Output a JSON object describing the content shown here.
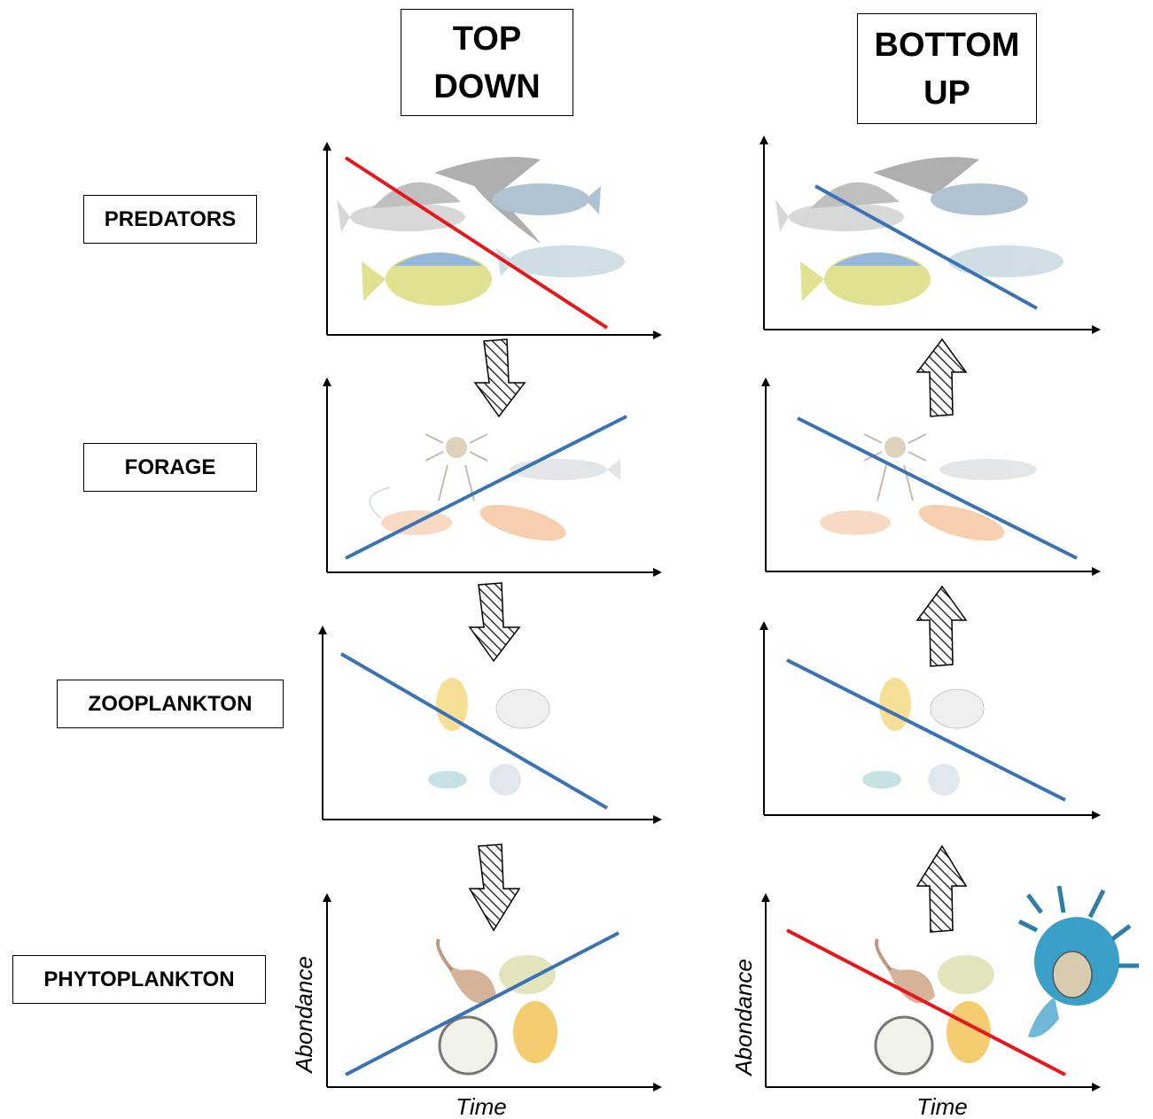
{
  "columns": {
    "top_down": {
      "title_line1": "TOP",
      "title_line2": "DOWN",
      "arrow_direction": "down"
    },
    "bottom_up": {
      "title_line1": "BOTTOM",
      "title_line2": "UP",
      "arrow_direction": "up"
    }
  },
  "rows": [
    {
      "label": "PREDATORS"
    },
    {
      "label": "FORAGE"
    },
    {
      "label": "ZOOPLANKTON"
    },
    {
      "label": "PHYTOPLANKTON"
    }
  ],
  "axes": {
    "xlabel": "Time",
    "ylabel": "Abondance"
  },
  "trends": {
    "top_down": [
      "decrease",
      "increase",
      "decrease",
      "increase"
    ],
    "bottom_up": [
      "decrease",
      "decrease",
      "decrease",
      "decrease"
    ]
  },
  "colors": {
    "red_line": "#e8161b",
    "blue_line": "#3a73b5",
    "box_border": "#000000"
  }
}
